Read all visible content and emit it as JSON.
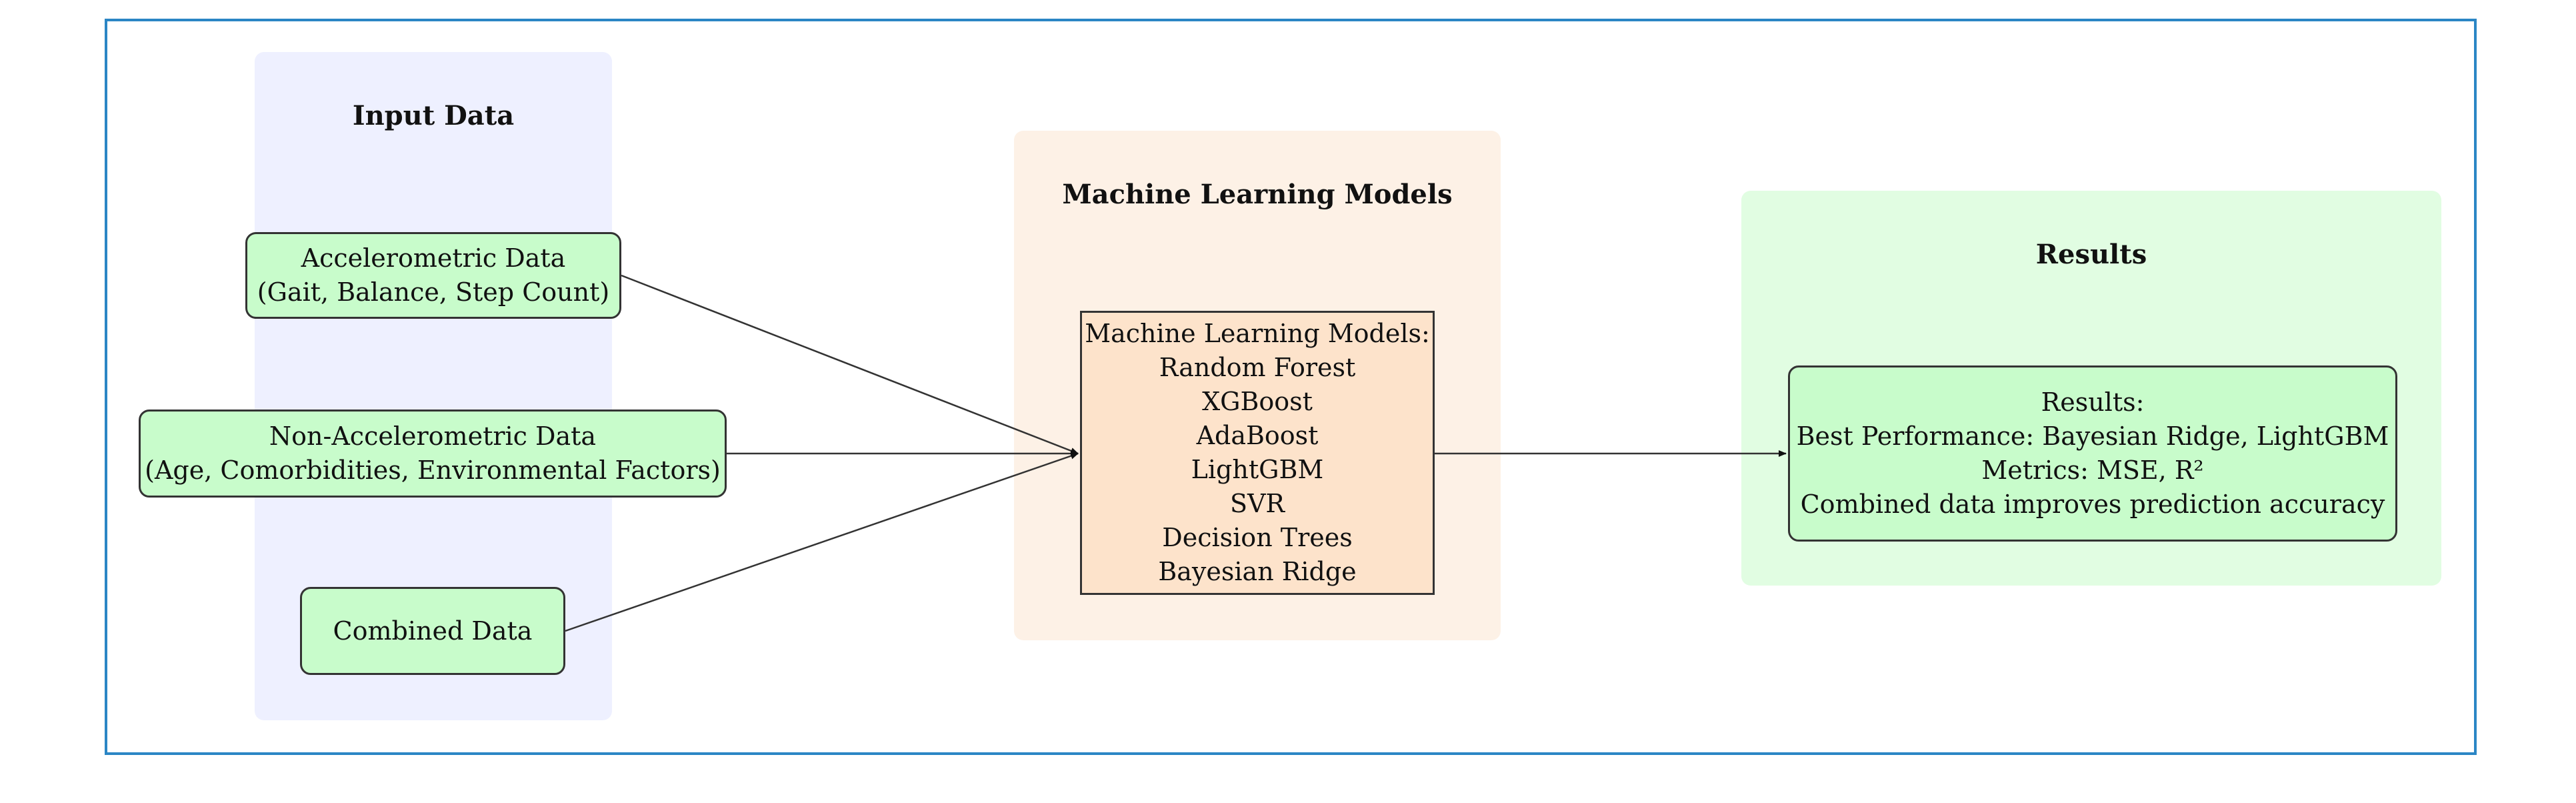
{
  "groups": {
    "input_title": "Input Data",
    "models_title": "Machine Learning Models",
    "results_title": "Results"
  },
  "nodes": {
    "accelerometric": {
      "line1": "Accelerometric Data",
      "line2": "(Gait, Balance, Step Count)"
    },
    "non_accelerometric": {
      "line1": "Non-Accelerometric Data",
      "line2": "(Age, Comorbidities, Environmental Factors)"
    },
    "combined": {
      "line1": "Combined Data"
    },
    "models": {
      "heading": "Machine Learning Models:",
      "items": [
        "Random Forest",
        "XGBoost",
        "AdaBoost",
        "LightGBM",
        "SVR",
        "Decision Trees",
        "Bayesian Ridge"
      ]
    },
    "results": {
      "heading": "Results:",
      "line1": "Best Performance: Bayesian Ridge, LightGBM",
      "line2": "Metrics: MSE, R²",
      "line3": "Combined data improves prediction accuracy"
    }
  },
  "colors": {
    "frame": "#2b86c5",
    "input_group": "#eef0ff",
    "models_group": "#fdf1e6",
    "results_group": "#e1fde2",
    "data_node": "#c8fccb",
    "models_node": "#fde3cb"
  }
}
